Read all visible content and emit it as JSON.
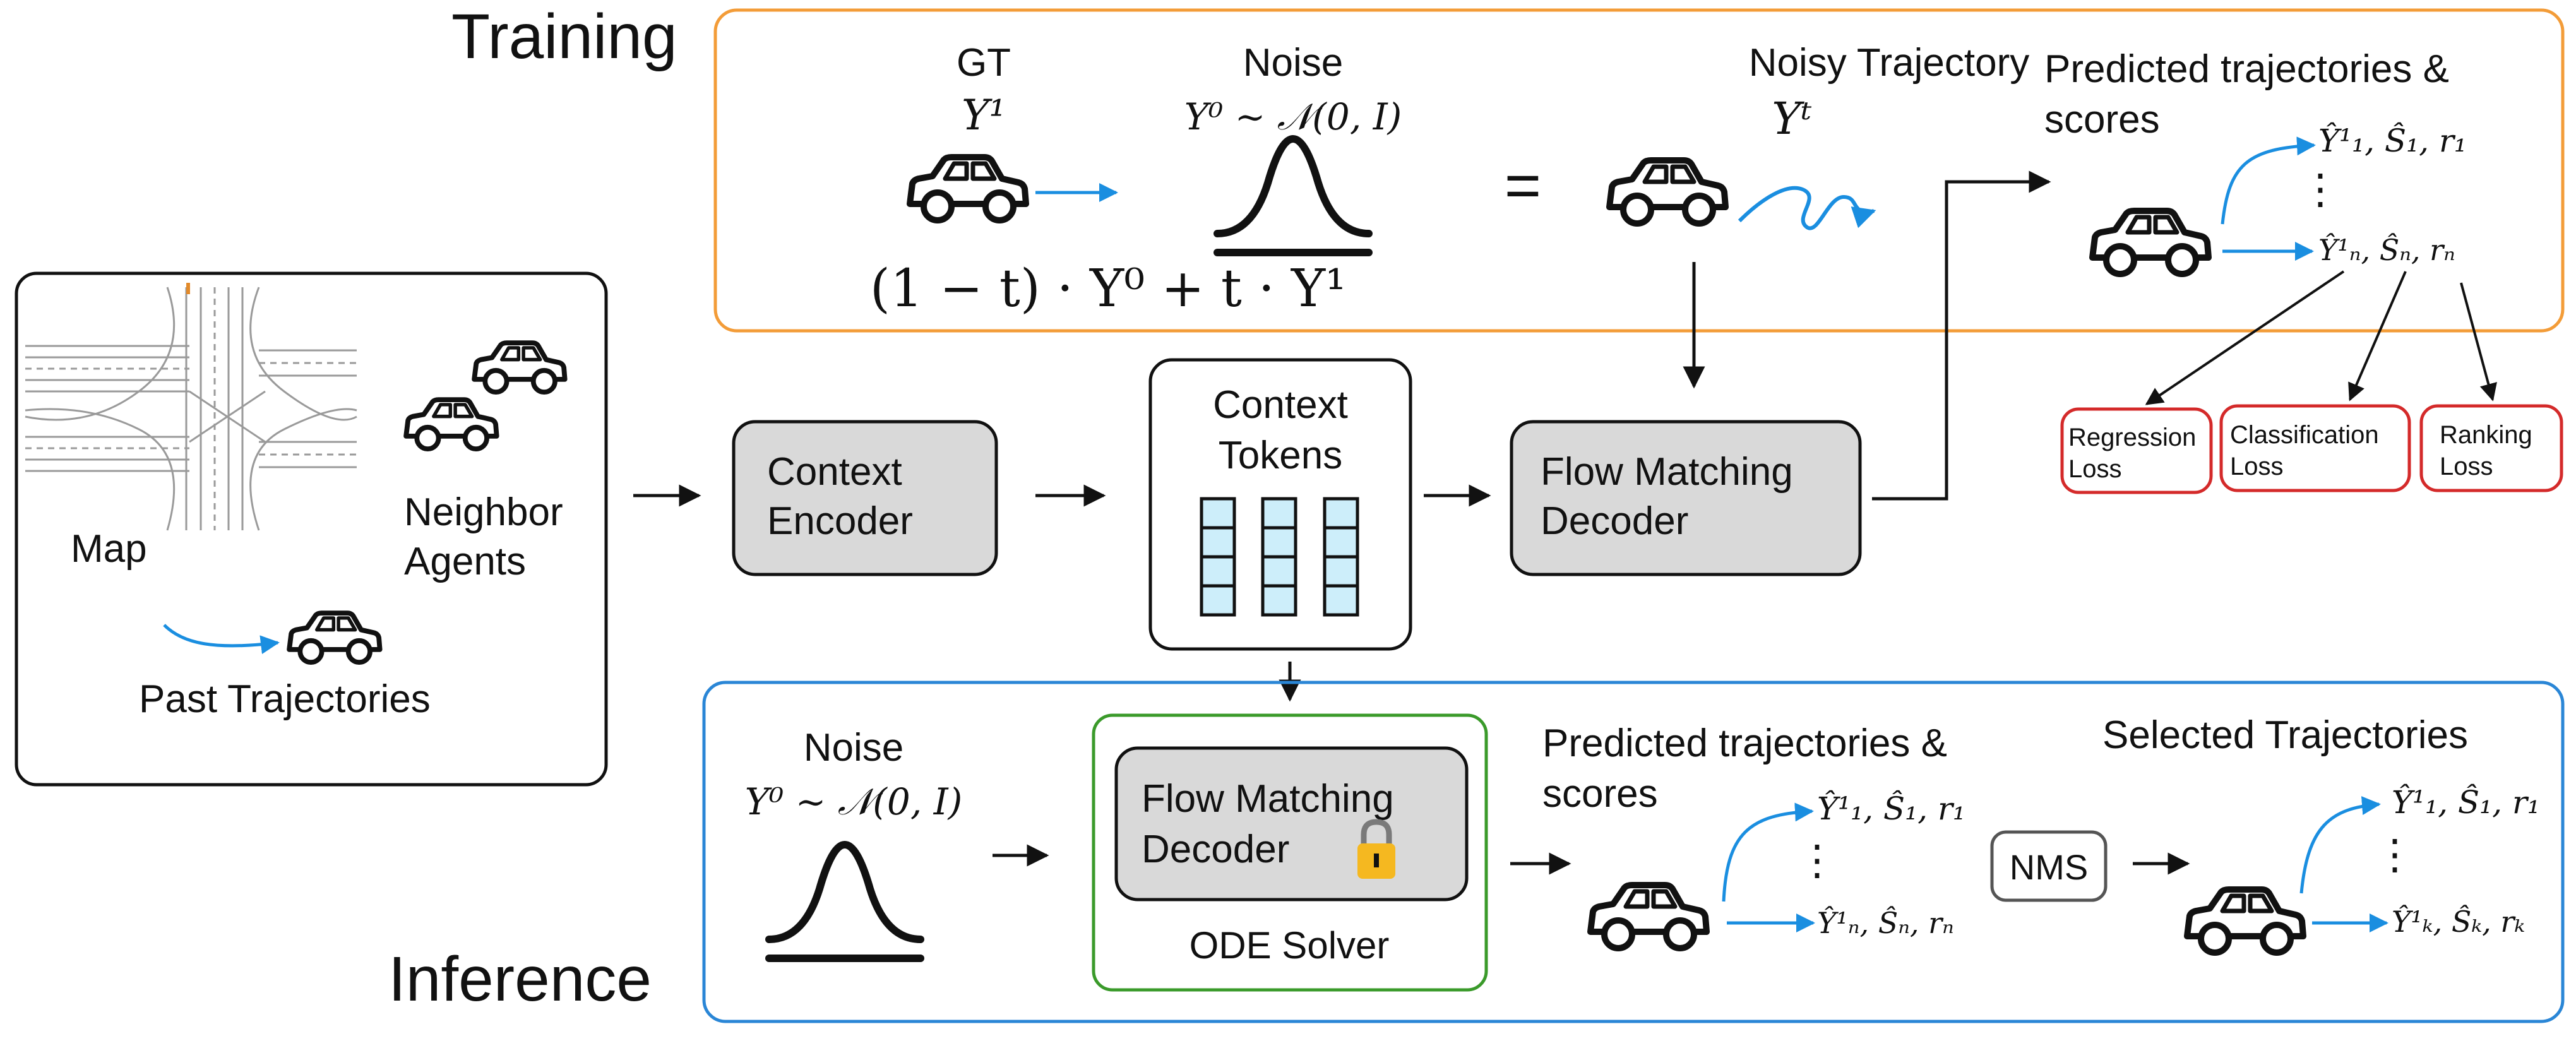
{
  "titles": {
    "training": "Training",
    "inference": "Inference"
  },
  "input": {
    "map": "Map",
    "neighbor_line1": "Neighbor",
    "neighbor_line2": "Agents",
    "past": "Past Trajectories"
  },
  "blocks": {
    "context_encoder": [
      "Context",
      "Encoder"
    ],
    "context_tokens": [
      "Context",
      "Tokens"
    ],
    "fm_decoder": [
      "Flow Matching",
      "Decoder"
    ],
    "inf_decoder": [
      "Flow Matching",
      "Decoder"
    ],
    "ode_solver": "ODE Solver",
    "nms": "NMS"
  },
  "training": {
    "gt": "GT",
    "noise": "Noise",
    "equals": "=",
    "noisy": "Noisy Trajectory",
    "pred_line1": "Predicted trajectories &",
    "pred_line2": "scores",
    "formula": "(1 − t) · Y⁰ + t · Y¹"
  },
  "losses": {
    "regression": [
      "Regression",
      "Loss"
    ],
    "classification": [
      "Classification",
      "Loss"
    ],
    "ranking": [
      "Ranking",
      "Loss"
    ]
  },
  "inference": {
    "noise": "Noise",
    "pred_line1": "Predicted trajectories &",
    "pred_line2": "scores",
    "selected": "Selected Trajectories"
  },
  "math": {
    "y1": "Y¹",
    "y0_dist": "Y⁰ ∼ 𝒩(0, I)",
    "yt": "Yᵗ",
    "pred_first": "Ŷ¹₁, Ŝ₁, r₁",
    "pred_last": "Ŷ¹ₙ, Ŝₙ, rₙ",
    "sel_last": "Ŷ¹ₖ, Ŝₖ, rₖ",
    "vdots": "⋮"
  },
  "colors": {
    "training_frame": "#f39c38",
    "inference_frame": "#2a86d6",
    "ode_frame": "#3a9a2a",
    "loss_frame": "#d42a2a",
    "block_fill": "#d9d9d9",
    "token_fill": "#cdeefa",
    "arrow_blue": "#1a8ee0",
    "lock_body": "#f5b820",
    "lock_shackle": "#7a7a7a"
  },
  "icons": [
    "car-icon",
    "bell-curve-icon",
    "lock-icon",
    "squiggle-trajectory-icon"
  ]
}
